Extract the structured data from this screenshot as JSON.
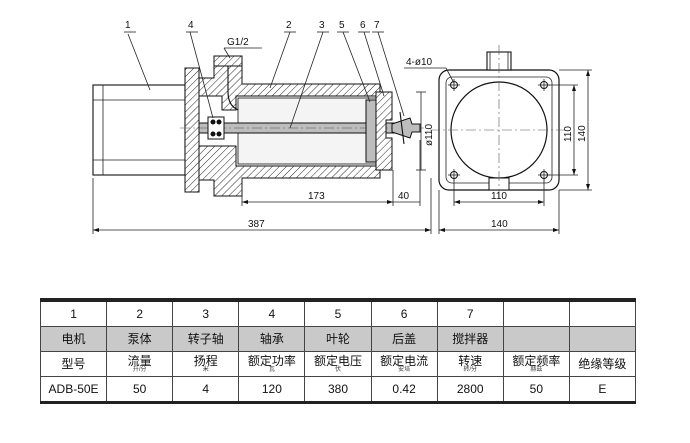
{
  "drawing": {
    "callouts": [
      "1",
      "4",
      "2",
      "3",
      "5",
      "6",
      "7"
    ],
    "thread_label": "G1/2",
    "holes_label": "4-ø10",
    "dims": {
      "d173": "173",
      "d40": "40",
      "d387": "387",
      "d110_h": "110",
      "d140_h": "140",
      "d110_v": "110",
      "d140_v": "140",
      "dia110": "ø110"
    }
  },
  "table": {
    "numbers": [
      "1",
      "2",
      "3",
      "4",
      "5",
      "6",
      "7",
      "",
      ""
    ],
    "names": [
      "电机",
      "泵体",
      "转子轴",
      "轴承",
      "叶轮",
      "后盖",
      "搅拌器",
      "",
      ""
    ],
    "headers": [
      {
        "label": "型号",
        "unit": ""
      },
      {
        "label": "流量",
        "unit": "升/分"
      },
      {
        "label": "扬程",
        "unit": "米"
      },
      {
        "label": "额定功率",
        "unit": "瓦"
      },
      {
        "label": "额定电压",
        "unit": "伏"
      },
      {
        "label": "额定电流",
        "unit": "安培"
      },
      {
        "label": "转速",
        "unit": "转/分"
      },
      {
        "label": "额定频率",
        "unit": "赫兹"
      },
      {
        "label": "绝缘等级",
        "unit": ""
      }
    ],
    "values": [
      "ADB-50E",
      "50",
      "4",
      "120",
      "380",
      "0.42",
      "2800",
      "50",
      "E"
    ]
  }
}
